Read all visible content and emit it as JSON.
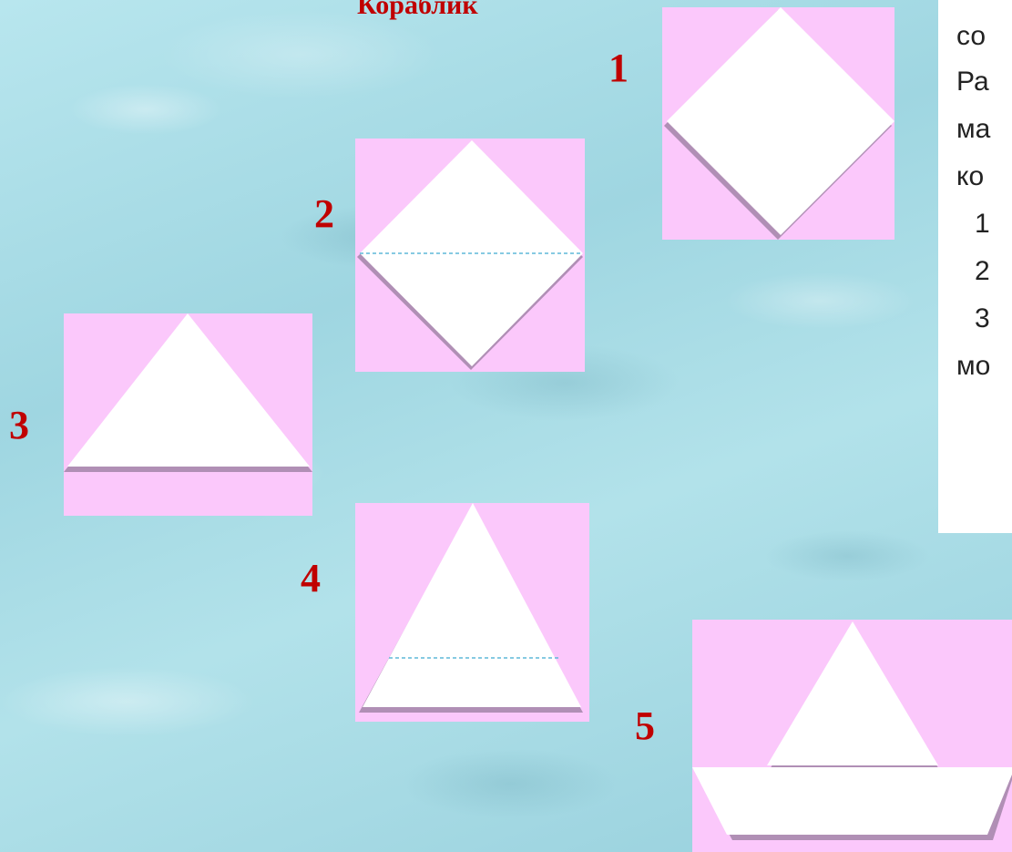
{
  "title": "Кораблик",
  "steps": [
    {
      "number": "1"
    },
    {
      "number": "2"
    },
    {
      "number": "3"
    },
    {
      "number": "4"
    },
    {
      "number": "5"
    }
  ],
  "side_text": {
    "lines": [
      "со",
      "Ра",
      "ма",
      "ко",
      "1",
      "2",
      "3",
      "мо"
    ]
  },
  "colors": {
    "paper_pink": "#fbc8fb",
    "paper_white": "#ffffff",
    "number_red": "#c00000",
    "fold_line": "#5fb8d9",
    "background_water": "#a9dfe8"
  }
}
